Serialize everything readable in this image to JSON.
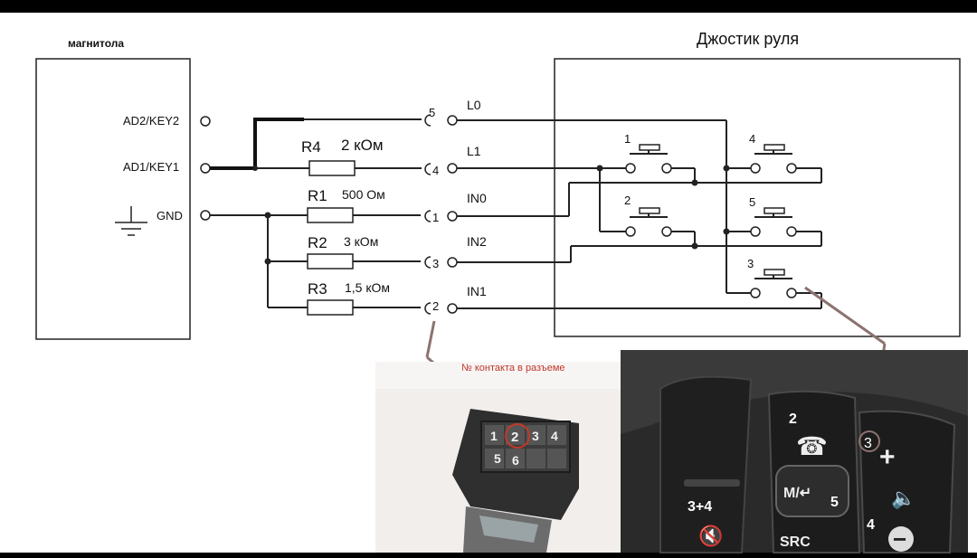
{
  "head_unit": {
    "title": "магнитола",
    "pins": [
      "AD2/KEY2",
      "AD1/KEY1",
      "GND"
    ]
  },
  "joystick": {
    "title": "Джостик руля"
  },
  "resistors": [
    {
      "name": "R4",
      "value": "2 кОм"
    },
    {
      "name": "R1",
      "value": "500 Ом"
    },
    {
      "name": "R2",
      "value": "3 кОм"
    },
    {
      "name": "R3",
      "value": "1,5 кОм"
    }
  ],
  "connector_pins": [
    "5",
    "4",
    "1",
    "3",
    "2"
  ],
  "lines": [
    "L0",
    "L1",
    "IN0",
    "IN2",
    "IN1"
  ],
  "buttons": [
    "1",
    "2",
    "3",
    "4",
    "5"
  ],
  "photo_connector": {
    "caption": "№ контакта в разъеме",
    "pin_labels": [
      "1",
      "2",
      "3",
      "4",
      "5",
      "6"
    ]
  },
  "photo_wheel": {
    "labels": {
      "plus_key": "3",
      "phone_key": "2",
      "mode_key": "5",
      "combo": "3+4",
      "minus_key": "4"
    },
    "button_texts": {
      "mode": "M/↵",
      "src": "SRC"
    }
  },
  "colors": {
    "accent": "#8c7270",
    "wire": "#222222",
    "bar": "#000000"
  }
}
